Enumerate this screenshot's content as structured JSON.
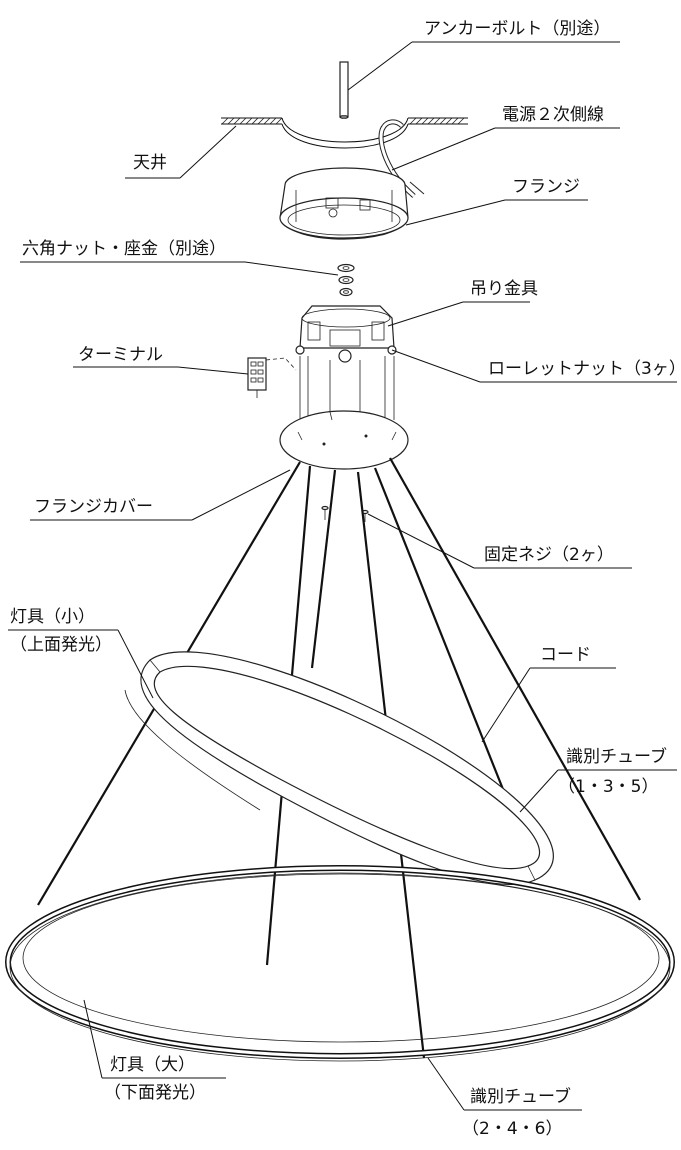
{
  "labels": {
    "anchor_bolt": "アンカーボルト（別途）",
    "power_wire": "電源２次側線",
    "ceiling": "天井",
    "flange": "フランジ",
    "hex_nut": "六角ナット・座金（別途）",
    "hanger": "吊り金具",
    "terminal": "ターミナル",
    "knurled_nut": "ローレットナット（3ヶ）",
    "flange_cover": "フランジカバー",
    "fixing_screw": "固定ネジ（2ヶ）",
    "small_fixture_1": "灯具（小）",
    "small_fixture_2": "（上面発光）",
    "cord": "コード",
    "tube_odd_1": "識別チューブ",
    "tube_odd_2": "（1・3・5）",
    "large_fixture_1": "灯具（大）",
    "large_fixture_2": "（下面発光）",
    "tube_even_1": "識別チューブ",
    "tube_even_2": "（2・4・6）"
  }
}
